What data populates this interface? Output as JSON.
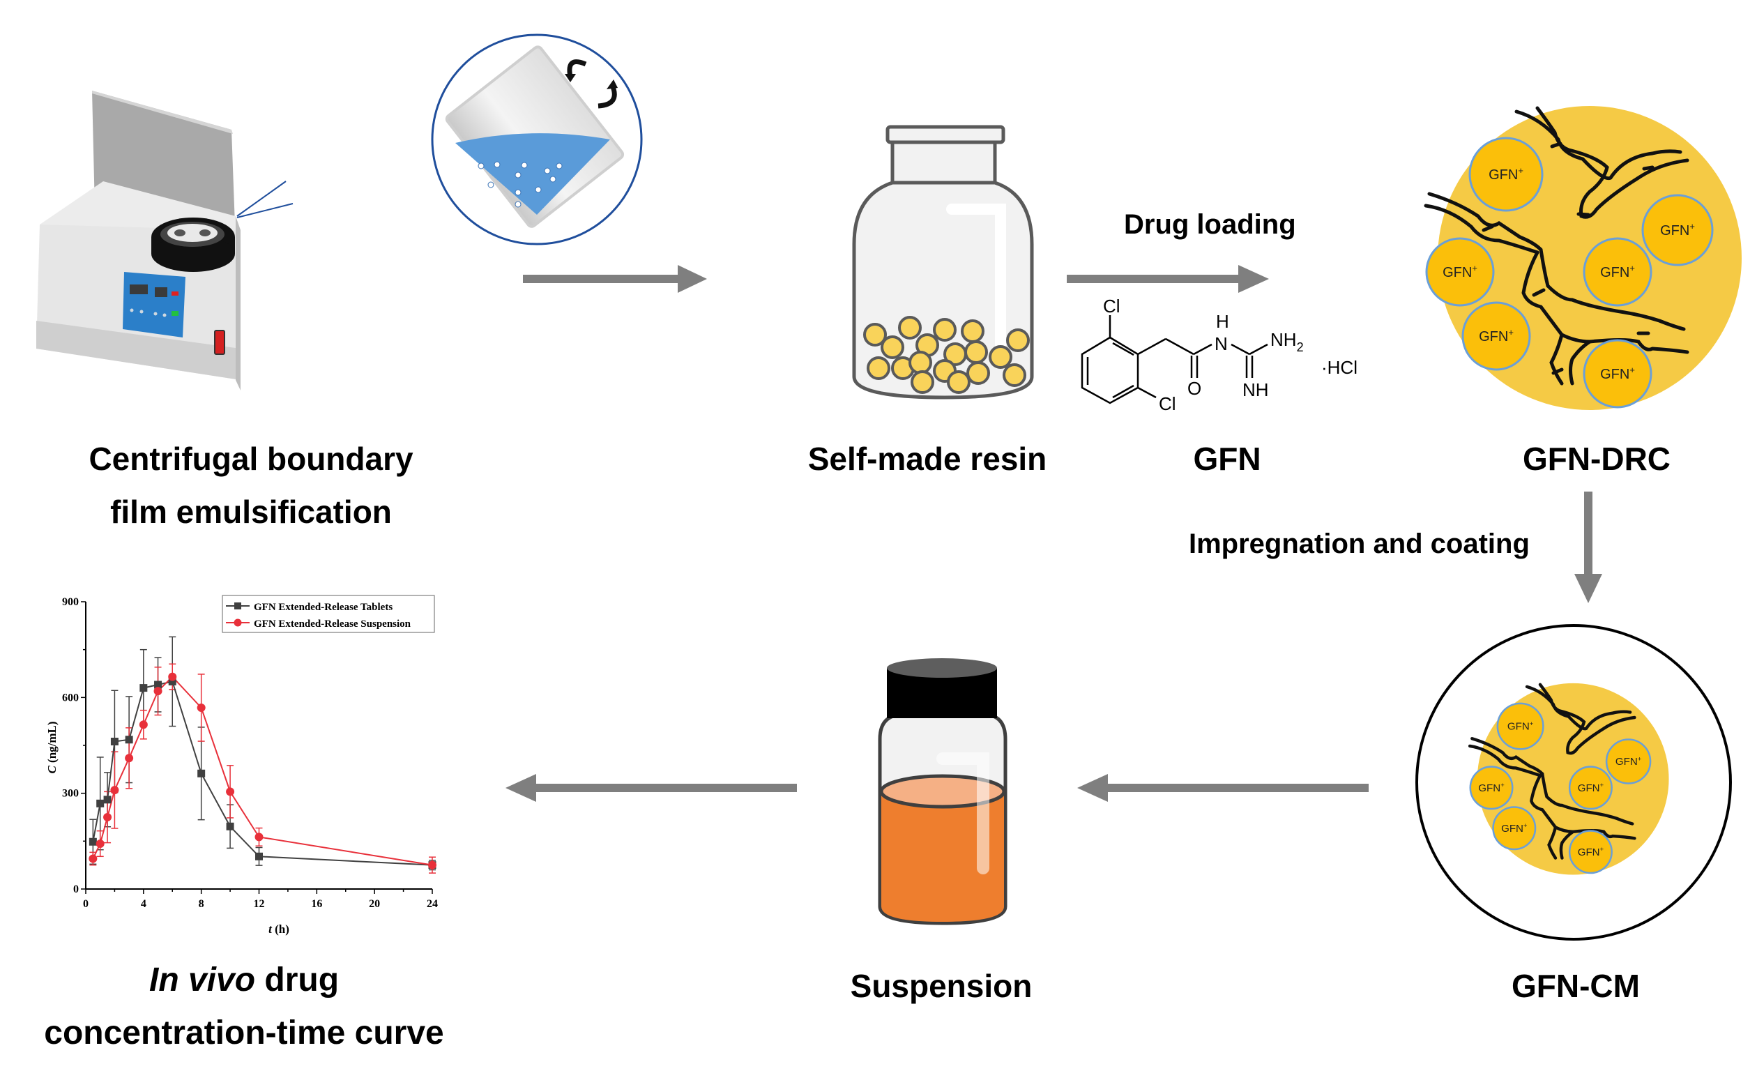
{
  "labels": {
    "centrifuge_line1": "Centrifugal boundary",
    "centrifuge_line2": "film emulsification",
    "resin": "Self-made resin",
    "gfn": "GFN",
    "gfn_drc": "GFN-DRC",
    "gfn_cm": "GFN-CM",
    "suspension": "Suspension",
    "invivo_italic": "In vivo",
    "invivo_rest": " drug",
    "invivo_line2": "concentration-time curve"
  },
  "arrows": {
    "drug_loading": "Drug loading",
    "impregnation": "Impregnation and coating"
  },
  "molecule": {
    "cl_top": "Cl",
    "cl_bottom": "Cl",
    "o": "O",
    "h": "H",
    "n": "N",
    "nh2": "NH",
    "nh2_sub": "2",
    "nh": "NH",
    "salt": "·HCl"
  },
  "particle_label": "GFN",
  "particle_charge": "+",
  "colors": {
    "arrow": "#7f7f7f",
    "resin_bead": "#f9d35a",
    "drc_fill": "#f5ca45",
    "gfn_particle": "#fbbf0a",
    "particle_ring": "#6a9fd8",
    "suspension_liquid": "#ee7e2e",
    "tablets_series": "#404040",
    "suspension_series": "#e8303a",
    "panel_blue": "#2b7fc9",
    "beaker_liquid": "#5a9bd9"
  },
  "chart_data": {
    "type": "line",
    "title": "",
    "xlabel_italic": "t",
    "xlabel_rest": " (h)",
    "ylabel_italic": "C",
    "ylabel_rest": " (ng/mL)",
    "xlim": [
      0,
      24
    ],
    "ylim": [
      0,
      900
    ],
    "xticks": [
      0,
      4,
      8,
      12,
      16,
      20,
      24
    ],
    "yticks": [
      0,
      300,
      600,
      900
    ],
    "grid": false,
    "legend_position": "top-right",
    "x": [
      0.5,
      1,
      1.5,
      2,
      3,
      4,
      5,
      6,
      8,
      10,
      12,
      24
    ],
    "series": [
      {
        "name": "GFN Extended-Release Tablets",
        "marker": "square",
        "color": "#404040",
        "values": [
          148,
          268,
          280,
          462,
          468,
          630,
          640,
          650,
          362,
          196,
          102,
          75
        ],
        "error": [
          70,
          145,
          85,
          160,
          135,
          120,
          85,
          140,
          145,
          68,
          28,
          15
        ]
      },
      {
        "name": "GFN Extended-Release Suspension",
        "marker": "circle",
        "color": "#e8303a",
        "values": [
          95,
          142,
          225,
          310,
          410,
          515,
          620,
          665,
          568,
          305,
          163,
          75
        ],
        "error": [
          20,
          40,
          80,
          120,
          95,
          45,
          75,
          40,
          105,
          82,
          28,
          25
        ]
      }
    ]
  }
}
